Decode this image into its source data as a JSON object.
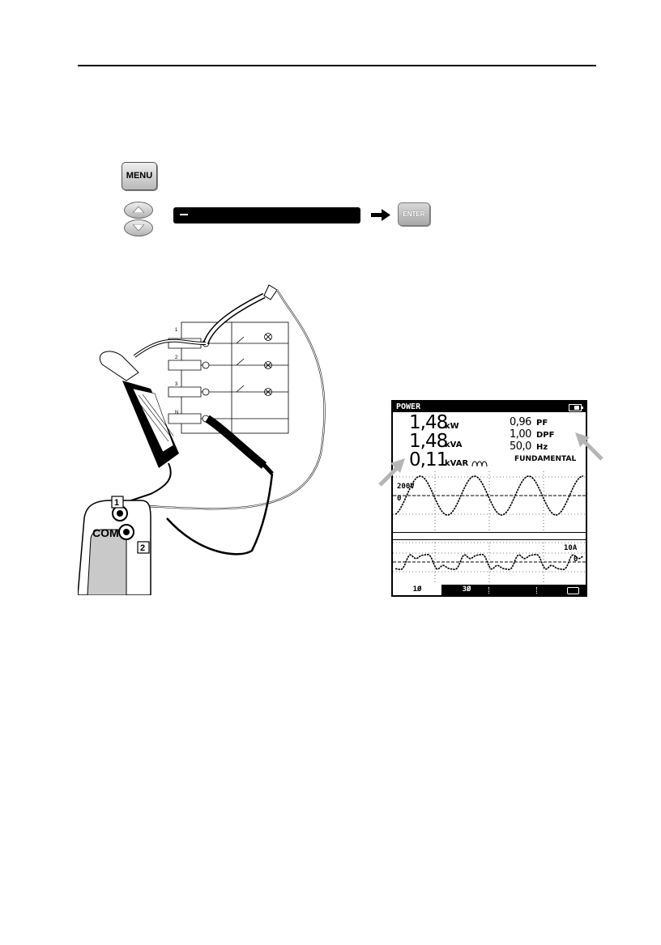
{
  "keys": {
    "menu_label": "MENU",
    "enter_label": "ENTER",
    "up_arrow_icon": "triangle-up-icon",
    "down_arrow_icon": "triangle-down-icon"
  },
  "menu_bar": {
    "highlight": "—"
  },
  "diagram": {
    "phase_labels": [
      "1",
      "2",
      "3",
      "N"
    ],
    "input_1": "1",
    "input_2": "2",
    "com_label": "COM"
  },
  "screen": {
    "title": "POWER",
    "kw": {
      "value": "1,48",
      "unit": "kW"
    },
    "kva": {
      "value": "1,48",
      "unit": "kVA"
    },
    "kvar": {
      "value": "0,11",
      "unit": "kVAR"
    },
    "pf": {
      "value": "0,96",
      "unit": "PF"
    },
    "dpf": {
      "value": "1,00",
      "unit": "DPF"
    },
    "hz": {
      "value": "50,0",
      "unit": "Hz"
    },
    "mode": "FUNDAMENTAL",
    "voltage_scale": "200V",
    "voltage_zero": "0",
    "current_scale": "10A",
    "current_zero": "0",
    "softkeys": [
      "1Ø",
      "3Ø"
    ]
  },
  "colors": {
    "pointer": "#b5b5b5",
    "screen_bar": "#000000"
  }
}
